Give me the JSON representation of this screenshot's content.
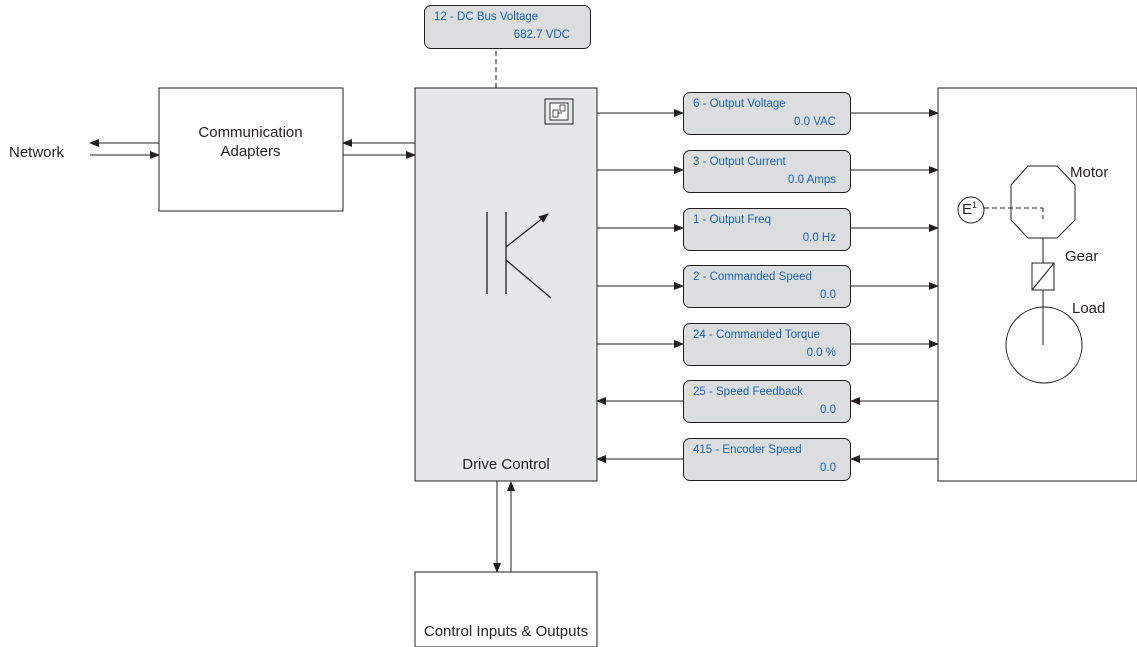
{
  "network_label": "Network",
  "communication_adapters": {
    "line1": "Communication",
    "line2": "Adapters"
  },
  "drive_control_label": "Drive Control",
  "control_io_label": "Control Inputs  & Outputs",
  "dc_bus": {
    "name": "12 - DC Bus Voltage",
    "value": "682.7  VDC"
  },
  "outputs": [
    {
      "name": "6 - Output Voltage",
      "value": "0.0  VAC"
    },
    {
      "name": "3 - Output Current",
      "value": "0.0  Amps"
    },
    {
      "name": "1 - Output Freq",
      "value": "0.0  Hz"
    },
    {
      "name": "2 - Commanded Speed",
      "value": "0.0"
    },
    {
      "name": "24 - Commanded Torque",
      "value": "0.0  %"
    }
  ],
  "feedbacks": [
    {
      "name": "25 - Speed Feedback",
      "value": "0.0"
    },
    {
      "name": "415 - Encoder Speed",
      "value": "0.0"
    }
  ],
  "motor_label": "Motor",
  "gear_label": "Gear",
  "load_label": "Load",
  "encoder_label": {
    "letter": "E",
    "superscript": "1"
  },
  "colors": {
    "param_text": "#1a64b4",
    "param_fill": "#dcdddf",
    "drive_fill": "#e6e7e8",
    "line": "#231f20"
  }
}
